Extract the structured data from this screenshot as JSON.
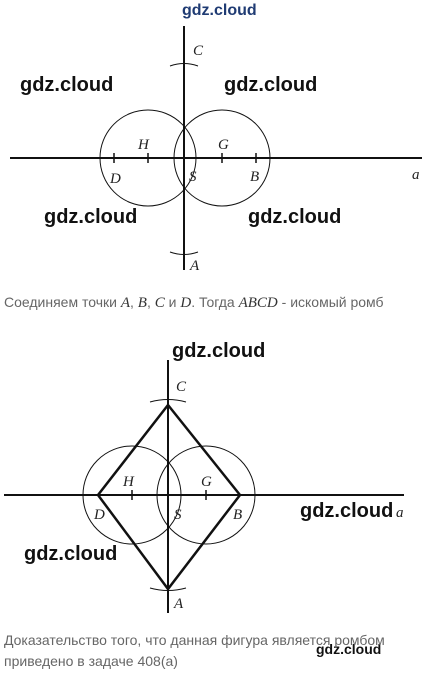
{
  "watermarks": {
    "site": "gdz.cloud"
  },
  "figure1": {
    "labels": {
      "C": "C",
      "H": "H",
      "G": "G",
      "D": "D",
      "S": "S",
      "B": "B",
      "A": "A",
      "a": "a"
    }
  },
  "caption1": {
    "t1": "Соединяем точки ",
    "A": "A",
    "sep1": ", ",
    "B": "B",
    "sep2": ", ",
    "C": "C",
    "and": " и ",
    "D": "D",
    "t2": ". Тогда ",
    "ABCD": "ABCD",
    "t3": " - искомый ромб"
  },
  "figure2": {
    "labels": {
      "C": "C",
      "H": "H",
      "G": "G",
      "D": "D",
      "S": "S",
      "B": "B",
      "A": "A",
      "a": "a"
    }
  },
  "caption2": {
    "text": "Доказательство того, что данная фигура является ромбом приведено в задаче 408(а)"
  }
}
